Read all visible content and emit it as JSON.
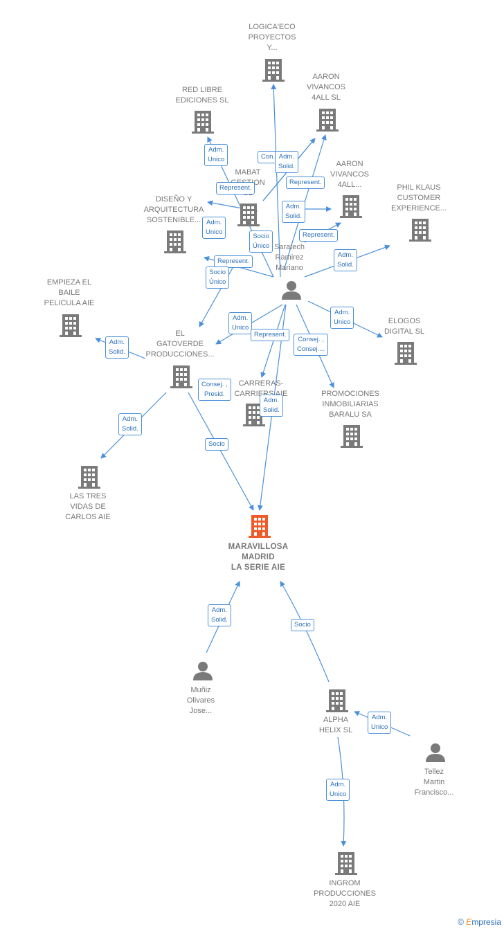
{
  "colors": {
    "edge": "#4a90d9",
    "building": "#7a7a7a",
    "main_building": "#f05a28",
    "person": "#7a7a7a",
    "label": "#777777"
  },
  "nodes": {
    "logica": "LOGICA'ECO\nPROYECTOS\nY...",
    "red_libre": "RED LIBRE\nEDICIONES  SL",
    "aaron1": "AARON\nVIVANCOS\n4ALL  SL",
    "aaron2": "AARON\nVIVANCOS\n4ALL...",
    "mabat": "MABAT\nGESTION\nSL",
    "diseno": "DISEÑO Y\nARQUITECTURA\nSOSTENIBLE...",
    "phil": "PHIL KLAUS\nCUSTOMER\nEXPERIENCE...",
    "saratech": "Saratech\nRamirez\nMariano",
    "empieza": "EMPIEZA EL\nBAILE\nPELICULA AIE",
    "gatoverde": "EL\nGATOVERDE\nPRODUCCIONES...",
    "elogos": "ELOGOS\nDIGITAL  SL",
    "carreras": "CARRERAS-\nCARRIERS AIE",
    "promociones": "PROMOCIONES\nINMOBILIARIAS\nBARALU SA",
    "las_tres": "LAS TRES\nVIDAS DE\nCARLOS AIE",
    "maravillosa": "MARAVILLOSA\nMADRID\nLA SERIE AIE",
    "muniz": "Muñiz\nOlivares\nJose...",
    "alpha": "ALPHA\nHELIX  SL",
    "tellez": "Tellez\nMartin\nFrancisco...",
    "ingrom": "INGROM\nPRODUCCIONES\n2020  AIE"
  },
  "edges": {
    "e1": "Adm.\nUnico",
    "e2": "Con...",
    "e3": "Adm.\nSolid.",
    "e4": "Represent.",
    "e5": "Represent.",
    "e6": "Adm.\nUnico",
    "e7": "Adm.\nSolid.",
    "e8": "Socio\nÚnico",
    "e9": "Represent.",
    "e10": "Represent.",
    "e11": "Adm.\nSolid.",
    "e12": "Socio\nÚnico",
    "e13": "Adm.\nUnico",
    "e14": "Adm.\nUnico",
    "e15": "Represent.",
    "e16": "Consej. ,\nConsej....",
    "e17": "Adm.\nSolid.",
    "e18": "Consej. ,\nPresid.",
    "e19": "Adm.\nSolid.",
    "e20": "Adm.\nSolid.",
    "e21": "Socio",
    "e22": "Adm.\nSolid.",
    "e23": "Socio",
    "e24": "Adm.\nUnico",
    "e25": "Adm.\nUnico"
  },
  "footer": {
    "copyright": "©",
    "brand_first": "E",
    "brand_rest": "mpresia"
  }
}
